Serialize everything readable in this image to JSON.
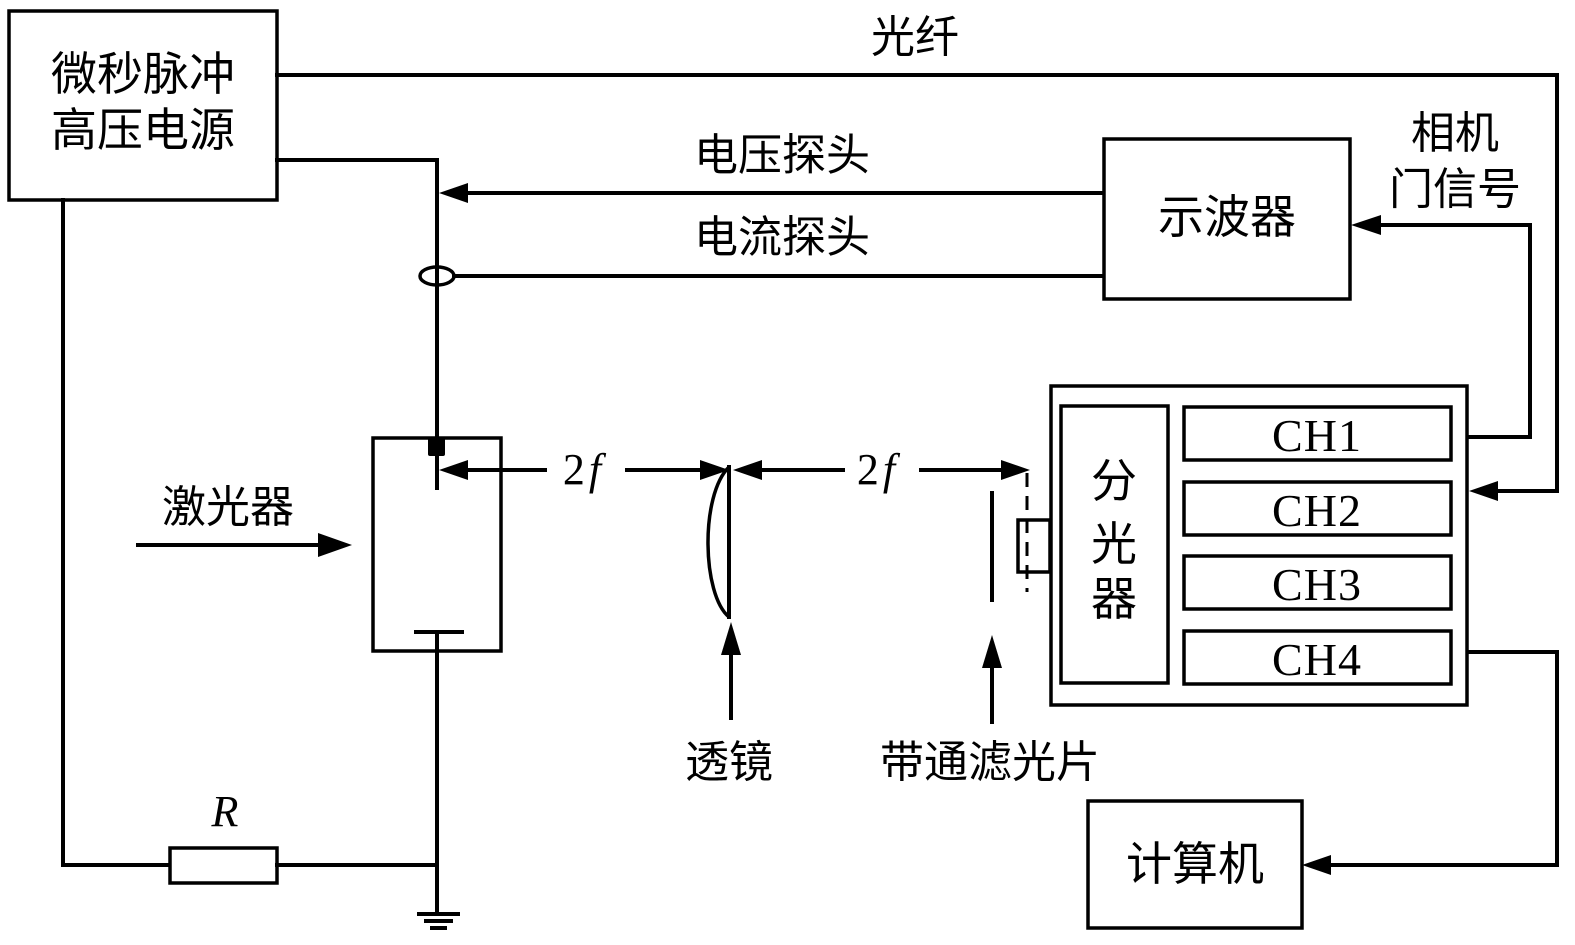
{
  "figure": {
    "power_supply": {
      "line1": "微秒脉冲",
      "line2": "高压电源"
    },
    "fiber_label": "光纤",
    "voltage_probe_label": "电压探头",
    "current_probe_label": "电流探头",
    "oscilloscope_label": "示波器",
    "camera_gate_label": {
      "line1": "相机",
      "line2": "门信号"
    },
    "laser_label": "激光器",
    "distance_left": {
      "num": "2",
      "var": "f"
    },
    "distance_right": {
      "num": "2",
      "var": "f"
    },
    "lens_label": "透镜",
    "filter_label": "带通滤光片",
    "splitter_label": [
      "分",
      "光",
      "器"
    ],
    "channels": [
      "CH1",
      "CH2",
      "CH3",
      "CH4"
    ],
    "computer_label": "计算机",
    "resistor_label": "R"
  }
}
